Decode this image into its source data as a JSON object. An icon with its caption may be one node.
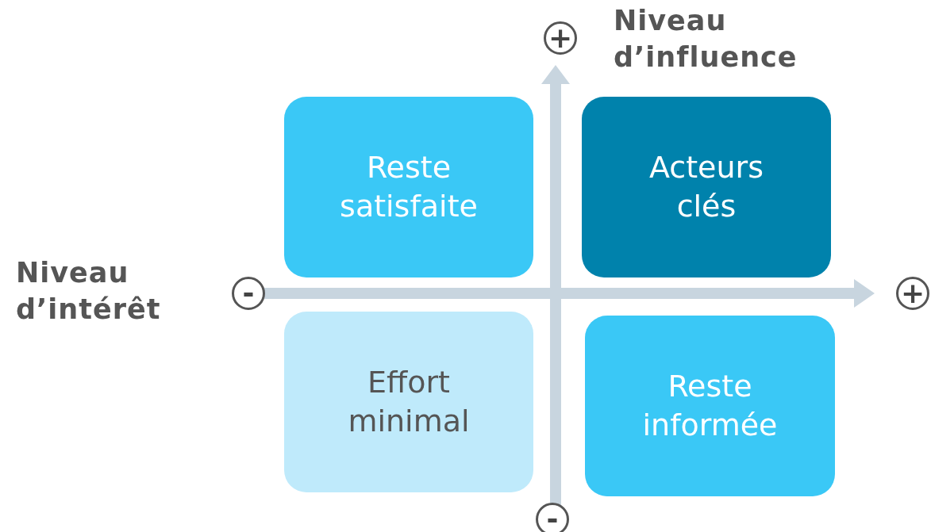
{
  "diagram": {
    "nodes": [
      {
        "text": [
          "Reste satisfaite"
        ]
      },
      {
        "text": [
          "Acteurs clés"
        ]
      },
      {
        "text": [
          "Effort minimal"
        ]
      },
      {
        "text": [
          "Reste informée"
        ]
      },
      {
        "text": [
          "+"
        ]
      },
      {
        "text": [
          "-"
        ]
      },
      {
        "text": [
          "+"
        ]
      },
      {
        "text": [
          "-"
        ]
      }
    ],
    "edges": [],
    "labels": [
      "Niveau d’influence",
      "Niveau d’intérêt"
    ]
  }
}
